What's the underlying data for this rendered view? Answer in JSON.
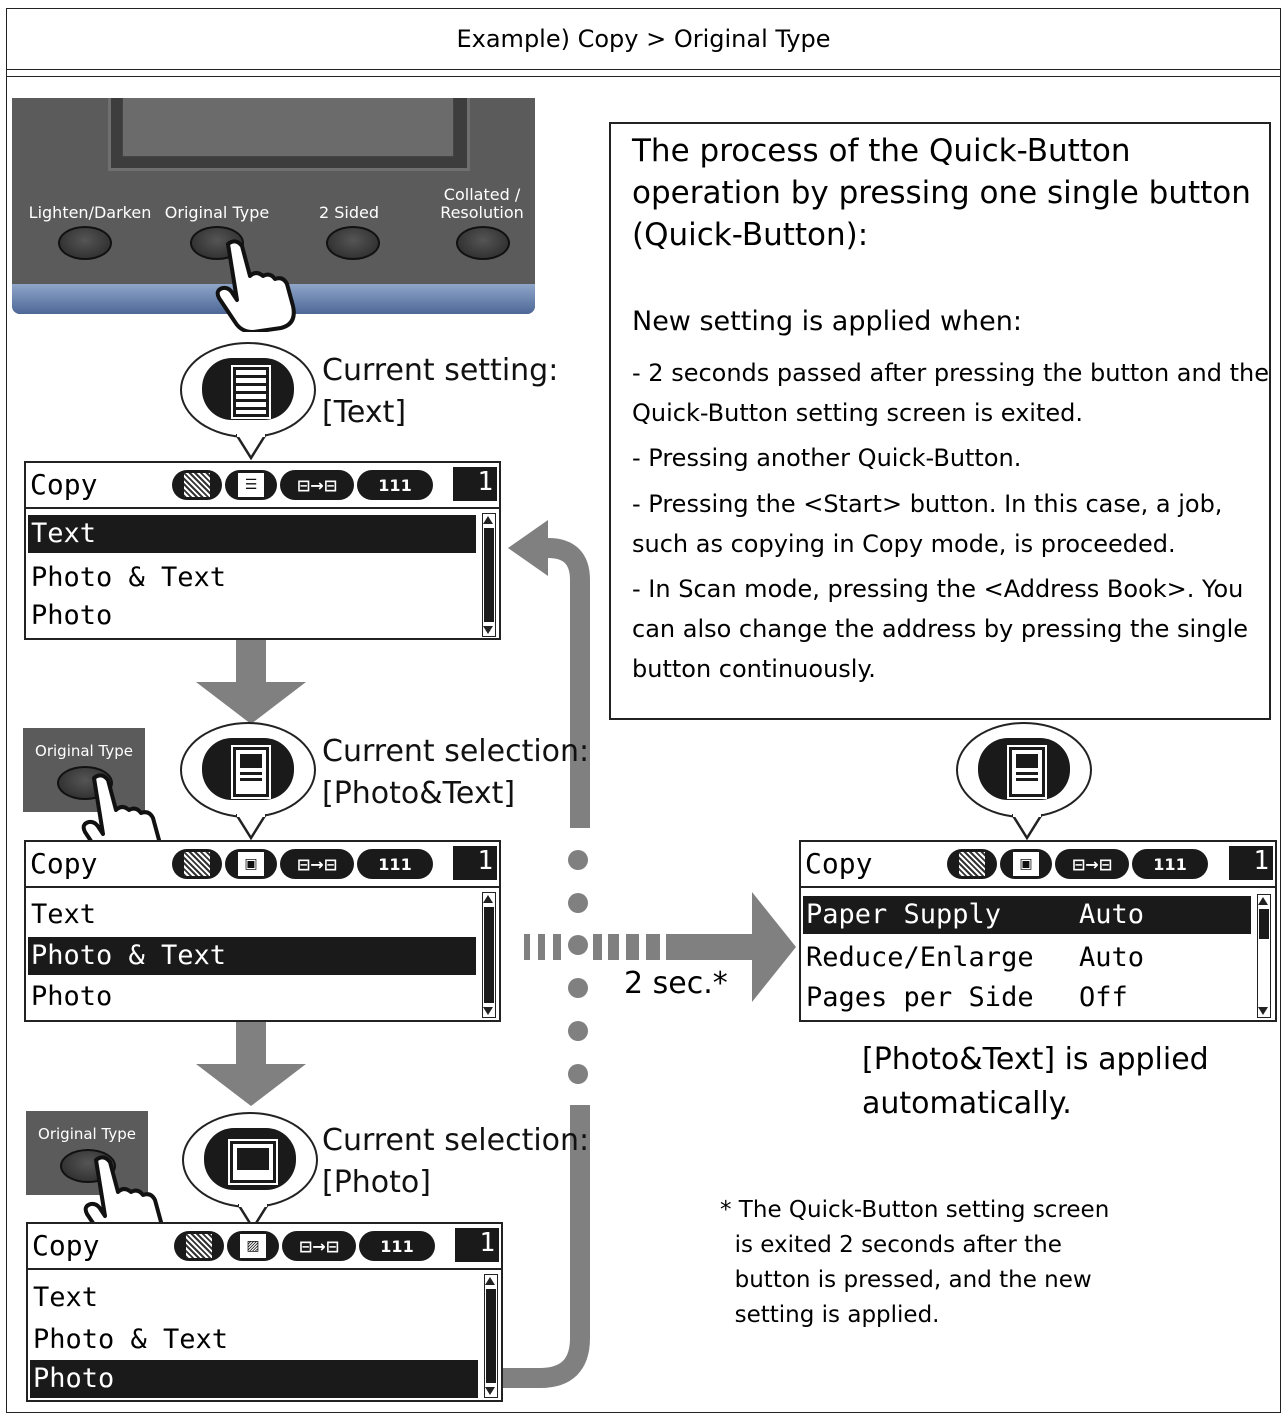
{
  "header": {
    "title": "Example) Copy > Original Type"
  },
  "panel": {
    "buttons": [
      {
        "label": "Lighten/Darken"
      },
      {
        "label": "Original Type"
      },
      {
        "label": "2 Sided"
      },
      {
        "label": "Collated /\nResolution"
      }
    ]
  },
  "small_button_label": "Original Type",
  "steps": [
    {
      "caption_line1": "Current setting:",
      "caption_line2": "[Text]"
    },
    {
      "caption_line1": "Current selection:",
      "caption_line2": "[Photo&Text]"
    },
    {
      "caption_line1": "Current selection:",
      "caption_line2": "[Photo]"
    }
  ],
  "lcd": {
    "title": "Copy",
    "counter": "1",
    "icon_labels": {
      "sided": "⊟→⊟",
      "collate": "111"
    },
    "original_type_items": [
      "Text",
      "Photo & Text",
      "Photo"
    ],
    "main_menu": [
      {
        "label": "Paper Supply",
        "value": "Auto"
      },
      {
        "label": "Reduce/Enlarge",
        "value": "Auto"
      },
      {
        "label": "Pages per Side",
        "value": "Off"
      }
    ]
  },
  "timer_label": "2 sec.*",
  "result_caption": "[Photo&Text] is applied\nautomatically.",
  "info": {
    "title": "The process of the Quick-Button operation by pressing one single button (Quick-Button):",
    "subtitle": "New setting is applied when:",
    "bullets": [
      "- 2 seconds passed after pressing the button and the Quick-Button setting screen is exited.",
      "- Pressing another Quick-Button.",
      "- Pressing the <Start> button. In this case, a job, such as copying in Copy mode, is proceeded.",
      "- In Scan mode, pressing the <Address Book>. You can also change the address by pressing the single button continuously."
    ]
  },
  "footnote": "* The Quick-Button setting screen\n  is exited 2 seconds after the\n  button is pressed, and the new\n  setting is applied.",
  "colors": {
    "arrow": "#808080",
    "dark": "#1a1a1a",
    "panel": "#5b5b5b",
    "stripe": "#6a84b3"
  }
}
